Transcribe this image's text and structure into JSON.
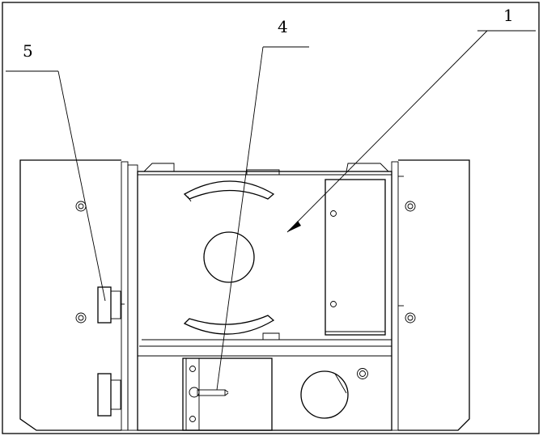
{
  "callouts": [
    {
      "id": "1",
      "text": "1"
    },
    {
      "id": "4",
      "text": "4"
    },
    {
      "id": "5",
      "text": "5"
    }
  ]
}
